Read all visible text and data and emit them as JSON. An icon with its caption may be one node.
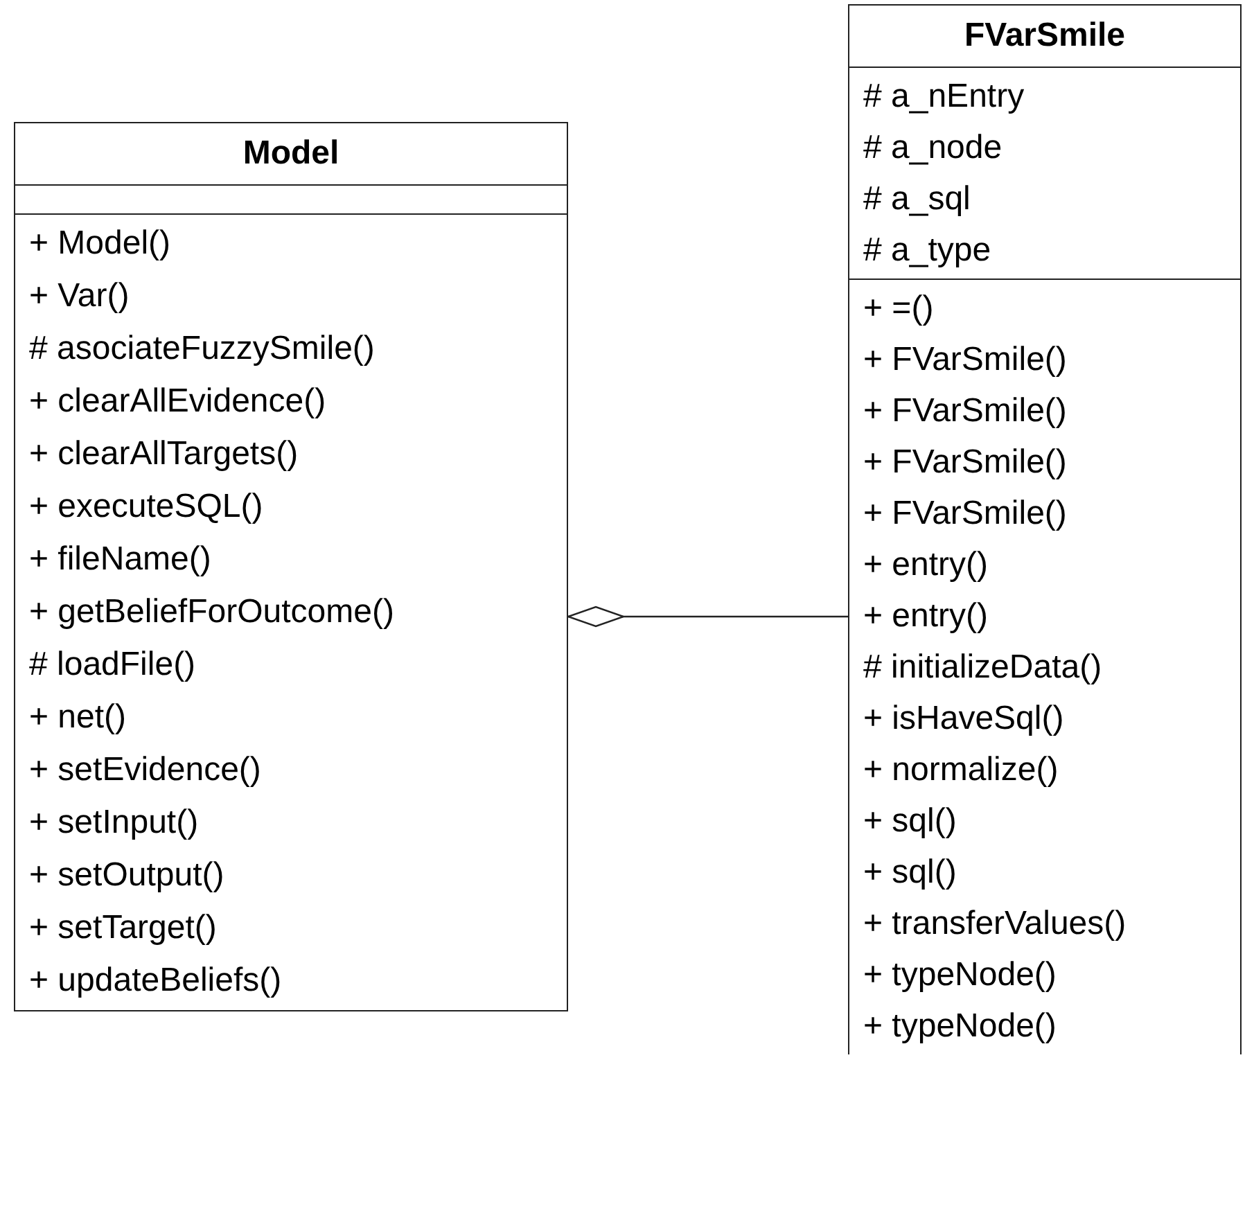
{
  "diagram": {
    "nodes": [
      {
        "text": [
          "Model"
        ]
      },
      {
        "text": [],
        "shape": "box",
        "in": 0
      },
      {
        "text": [
          "+ Model()",
          "+ Var()",
          "# asociateFuzzySmile()",
          "+ clearAllEvidence()",
          "+ clearAllTargets()",
          "+ executeSQL()",
          "+ fileName()",
          "+ getBeliefForOutcome()",
          "# loadFile()",
          "+ net()",
          "+ setEvidence()",
          "+ setInput()",
          "+ setOutput()",
          "+ setTarget()",
          "+ updateBeliefs()"
        ],
        "in": 0
      },
      {
        "text": [
          "FVarSmile"
        ]
      },
      {
        "text": [
          "# a_nEntry",
          "# a_node",
          "# a_sql",
          "# a_type"
        ],
        "in": 3
      },
      {
        "text": [
          "+ =()",
          "+ FVarSmile()",
          "+ FVarSmile()",
          "+ FVarSmile()",
          "+ FVarSmile()",
          "+ entry()",
          "+ entry()",
          "# initializeData()",
          "+ isHaveSql()",
          "+ normalize()",
          "+ sql()",
          "+ sql()",
          "+ transferValues()",
          "+ typeNode()",
          "+ typeNode()"
        ],
        "in": 3
      }
    ],
    "edges": [
      {
        "from": 3,
        "to": 0,
        "arrow": "other"
      }
    ]
  }
}
